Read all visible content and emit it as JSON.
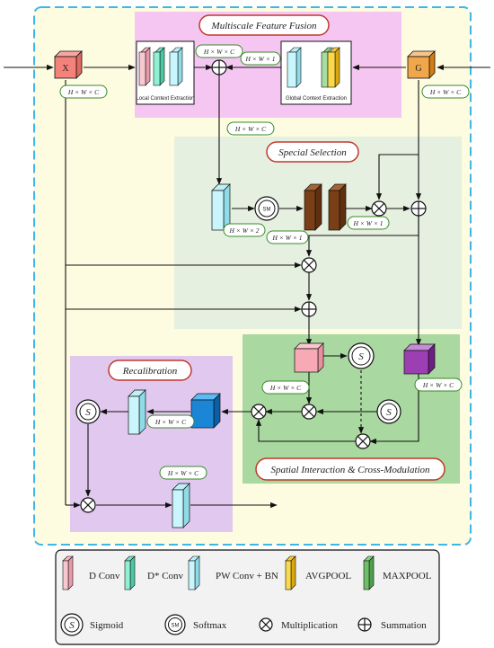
{
  "panels": {
    "msff_title": "Multiscale Feature Fusion",
    "ss_title": "Special Selection",
    "recal_title": "Recalibration",
    "sicm_title": "Spatial Interaction & Cross-Modulation"
  },
  "nodes": {
    "x_label": "X",
    "g_label": "G"
  },
  "sublabels": {
    "local": "Local Context Extraction",
    "global": "Global Context Extraction"
  },
  "dims": {
    "hwc": "H × W × C",
    "hw1": "H × W × 1",
    "hw2": "H × W × 2"
  },
  "symbols": {
    "sigmoid": "S",
    "softmax": "SM"
  },
  "legend": {
    "d_conv": "D Conv",
    "dstar_conv": "D* Conv",
    "pw_conv": "PW Conv + BN",
    "avgpool": "AVGPOOL",
    "maxpool": "MAXPOOL",
    "sigmoid": "Sigmoid",
    "softmax": "Softmax",
    "multiplication": "Multiplication",
    "summation": "Summation"
  }
}
